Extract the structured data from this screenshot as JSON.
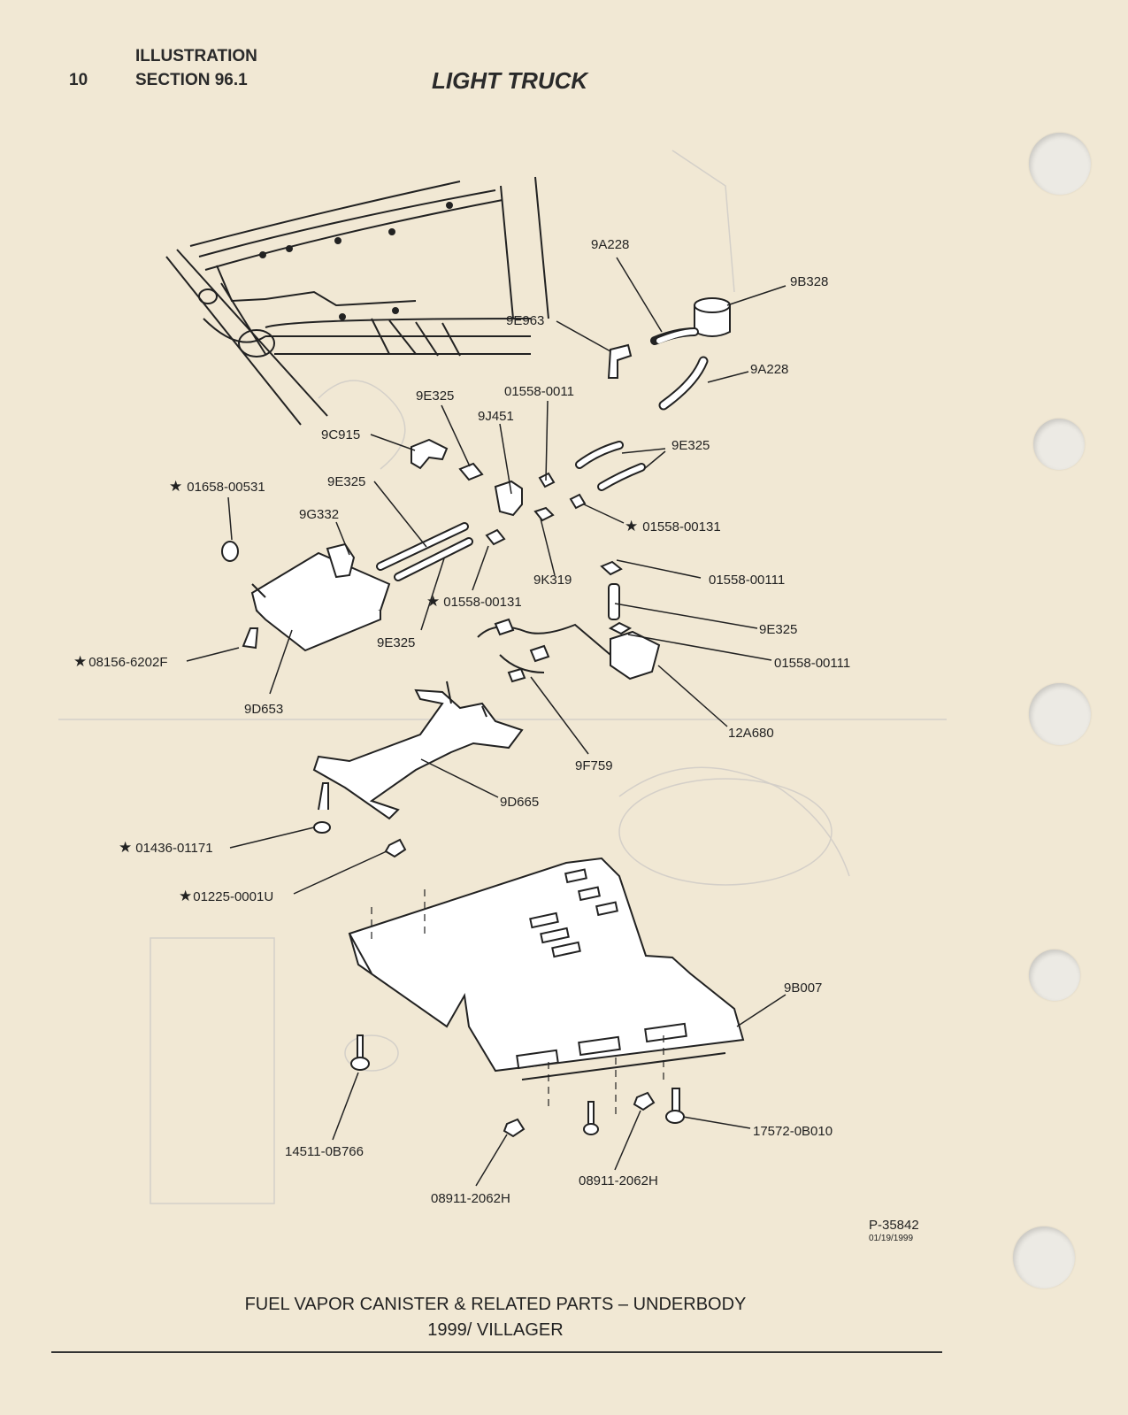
{
  "header": {
    "page_number": "10",
    "illustration": "ILLUSTRATION",
    "section": "SECTION 96.1",
    "title": "LIGHT TRUCK"
  },
  "parts": [
    {
      "id": "9A228-top",
      "label": "9A228",
      "starred": false
    },
    {
      "id": "9B328",
      "label": "9B328",
      "starred": false
    },
    {
      "id": "9E963",
      "label": "9E963",
      "starred": false
    },
    {
      "id": "9A228-right",
      "label": "9A228",
      "starred": false
    },
    {
      "id": "9E325-a",
      "label": "9E325",
      "starred": false
    },
    {
      "id": "01558-0011",
      "label": "01558-0011",
      "starred": false
    },
    {
      "id": "9J451",
      "label": "9J451",
      "starred": false
    },
    {
      "id": "9C915",
      "label": "9C915",
      "starred": false
    },
    {
      "id": "9E325-b",
      "label": "9E325",
      "starred": false
    },
    {
      "id": "01658-00531",
      "label": "01658-00531",
      "starred": true
    },
    {
      "id": "9E325-c",
      "label": "9E325",
      "starred": false
    },
    {
      "id": "01558-00131-a",
      "label": "01558-00131",
      "starred": true
    },
    {
      "id": "9G332",
      "label": "9G332",
      "starred": false
    },
    {
      "id": "9K319",
      "label": "9K319",
      "starred": false
    },
    {
      "id": "01558-00111-a",
      "label": "01558-00111",
      "starred": false
    },
    {
      "id": "01558-00131-b",
      "label": "01558-00131",
      "starred": true
    },
    {
      "id": "9E325-d",
      "label": "9E325",
      "starred": false
    },
    {
      "id": "9E325-e",
      "label": "9E325",
      "starred": false
    },
    {
      "id": "01558-00111-b",
      "label": "01558-00111",
      "starred": false
    },
    {
      "id": "08156-6202F",
      "label": "08156-6202F",
      "starred": true
    },
    {
      "id": "9D653",
      "label": "9D653",
      "starred": false
    },
    {
      "id": "12A680",
      "label": "12A680",
      "starred": false
    },
    {
      "id": "9F759",
      "label": "9F759",
      "starred": false
    },
    {
      "id": "9D665",
      "label": "9D665",
      "starred": false
    },
    {
      "id": "01436-01171",
      "label": "01436-01171",
      "starred": true
    },
    {
      "id": "01225-0001U",
      "label": "01225-0001U",
      "starred": true
    },
    {
      "id": "9B007",
      "label": "9B007",
      "starred": false
    },
    {
      "id": "17572-0B010",
      "label": "17572-0B010",
      "starred": false
    },
    {
      "id": "14511-0B766",
      "label": "14511-0B766",
      "starred": false
    },
    {
      "id": "08911-2062H-a",
      "label": "08911-2062H",
      "starred": false
    },
    {
      "id": "08911-2062H-b",
      "label": "08911-2062H",
      "starred": false
    }
  ],
  "star_symbol": "★",
  "reference": {
    "code": "P-35842",
    "date": "01/19/1999"
  },
  "caption": {
    "line1": "FUEL VAPOR CANISTER & RELATED PARTS – UNDERBODY",
    "line2": "1999/ VILLAGER"
  },
  "colors": {
    "paper": "#f1e8d4",
    "ink": "#222222",
    "ghost": "#c9c6c4"
  }
}
